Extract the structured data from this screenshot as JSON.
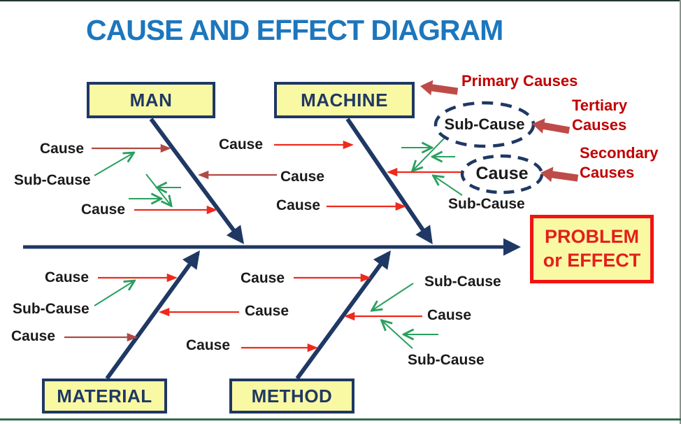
{
  "title": "CAUSE AND EFFECT DIAGRAM",
  "colors": {
    "title_blue": "#1C76BD",
    "navy": "#1F3864",
    "box_yellow": "#FAF9A3",
    "red": "#EE2A1C",
    "brick": "#B04A44",
    "block_arrow_red": "#BE4B48",
    "green": "#2AA05F",
    "annotation_red": "#C00000",
    "problem_text_red": "#E3201B",
    "problem_border_red": "#F31212",
    "label_black": "#1A1A1A",
    "frame_top": "#223531",
    "frame_right": "#8A948E",
    "frame_bottom": "#356B50"
  },
  "categories": {
    "man": "MAN",
    "machine": "MACHINE",
    "material": "MATERIAL",
    "method": "METHOD"
  },
  "effect": {
    "line1": "PROBLEM",
    "line2": "or EFFECT"
  },
  "annotations": {
    "primary": "Primary Causes",
    "tertiary_line1": "Tertiary",
    "tertiary_line2": "Causes",
    "secondary_line1": "Secondary",
    "secondary_line2": "Causes"
  },
  "ellipses": {
    "tertiary_label": "Sub-Cause",
    "secondary_label": "Cause"
  },
  "labels": {
    "cause": "Cause",
    "sub_cause": "Sub-Cause"
  }
}
